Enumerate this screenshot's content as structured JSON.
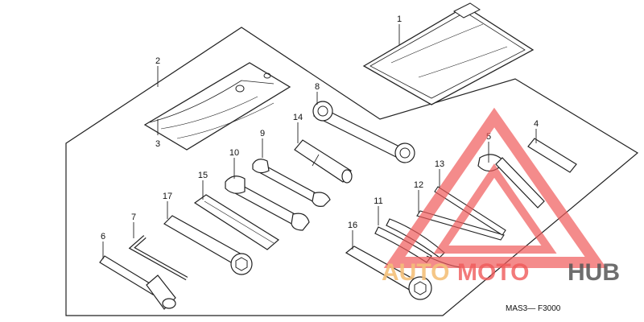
{
  "diagram": {
    "callouts": [
      {
        "id": "c1",
        "label": "1"
      },
      {
        "id": "c2",
        "label": "2"
      },
      {
        "id": "c3",
        "label": "3"
      },
      {
        "id": "c4",
        "label": "4"
      },
      {
        "id": "c5",
        "label": "5"
      },
      {
        "id": "c6",
        "label": "6"
      },
      {
        "id": "c7",
        "label": "7"
      },
      {
        "id": "c8",
        "label": "8"
      },
      {
        "id": "c9",
        "label": "9"
      },
      {
        "id": "c10",
        "label": "10"
      },
      {
        "id": "c11",
        "label": "11"
      },
      {
        "id": "c12",
        "label": "12"
      },
      {
        "id": "c13",
        "label": "13"
      },
      {
        "id": "c14",
        "label": "14"
      },
      {
        "id": "c15",
        "label": "15"
      },
      {
        "id": "c16",
        "label": "16"
      },
      {
        "id": "c17",
        "label": "17"
      }
    ],
    "drawing_code": "MAS3— F3000"
  },
  "watermark": {
    "text_auto": "AUTO",
    "text_moto": "MOTO",
    "text_hub": "HUB",
    "colors": {
      "primary": "#f05a5a",
      "accent": "#f5c07a",
      "hub": "#555555"
    }
  }
}
